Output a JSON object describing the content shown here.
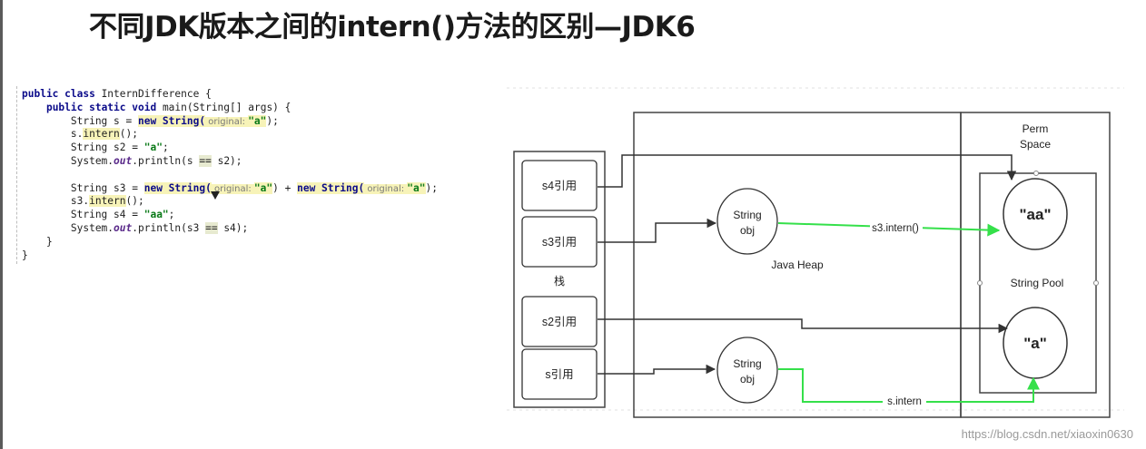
{
  "slide": {
    "title": "不同JDK版本之间的intern()方法的区别—JDK6"
  },
  "code": {
    "lines": [
      [
        {
          "t": "public class",
          "c": "kw"
        },
        {
          "t": " InternDifference {"
        }
      ],
      [
        {
          "t": "    "
        },
        {
          "t": "public static void",
          "c": "kw"
        },
        {
          "t": " main(String[] args) {"
        }
      ],
      [
        {
          "t": "        String s = "
        },
        {
          "t": "new String(",
          "c": "kw hl"
        },
        {
          "t": " original: ",
          "c": "hint hl"
        },
        {
          "t": "\"a\"",
          "c": "str hl"
        },
        {
          "t": ");"
        }
      ],
      [
        {
          "t": "        s."
        },
        {
          "t": "intern",
          "c": "method hl"
        },
        {
          "t": "();"
        }
      ],
      [
        {
          "t": "        String s2 = "
        },
        {
          "t": "\"a\"",
          "c": "str"
        },
        {
          "t": ";"
        }
      ],
      [
        {
          "t": "        System."
        },
        {
          "t": "out",
          "c": "st"
        },
        {
          "t": ".println(s "
        },
        {
          "t": "==",
          "c": "hl-op"
        },
        {
          "t": " s2);"
        }
      ],
      [
        {
          "t": ""
        }
      ],
      [
        {
          "t": "        String s3 = "
        },
        {
          "t": "new String(",
          "c": "kw hl"
        },
        {
          "t": " original: ",
          "c": "hint hl"
        },
        {
          "t": "\"a\"",
          "c": "str hl"
        },
        {
          "t": ") + "
        },
        {
          "t": "new String(",
          "c": "kw hl"
        },
        {
          "t": " original: ",
          "c": "hint hl"
        },
        {
          "t": "\"a\"",
          "c": "str hl"
        },
        {
          "t": ");"
        }
      ],
      [
        {
          "t": "        s3."
        },
        {
          "t": "intern",
          "c": "method hl"
        },
        {
          "t": "();"
        }
      ],
      [
        {
          "t": "        String s4 = "
        },
        {
          "t": "\"aa\"",
          "c": "str"
        },
        {
          "t": ";"
        }
      ],
      [
        {
          "t": "        System."
        },
        {
          "t": "out",
          "c": "st"
        },
        {
          "t": ".println(s3 "
        },
        {
          "t": "==",
          "c": "hl-op"
        },
        {
          "t": " s4);"
        }
      ],
      [
        {
          "t": "    }"
        }
      ],
      [
        {
          "t": "}"
        }
      ]
    ]
  },
  "diagram": {
    "stack_label": "栈",
    "refs": [
      "s4引用",
      "s3引用",
      "s2引用",
      "s引用"
    ],
    "heap_objects": [
      "String\nobj",
      "String\nobj"
    ],
    "heap_label": "Java Heap",
    "perm_label": "Perm\nSpace",
    "pool_label": "String Pool",
    "pool_items": [
      "\"aa\"",
      "\"a\""
    ],
    "edge_labels": [
      "s3.intern()",
      "s.intern"
    ],
    "colors": {
      "green": "#35e04a",
      "line": "#333333",
      "box": "#444444"
    }
  },
  "watermark": "https://blog.csdn.net/xiaoxin0630"
}
